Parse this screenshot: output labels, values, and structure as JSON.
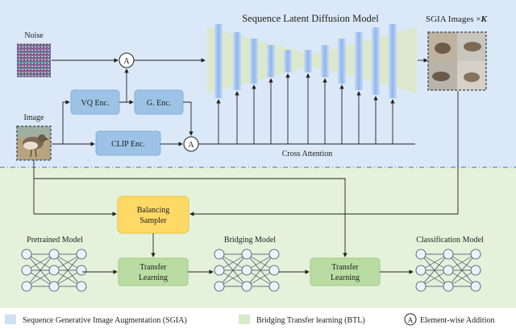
{
  "title": "Sequence Latent Diffusion Model",
  "sgia_images_label": "SGIA Images ×",
  "sgia_images_k": "K",
  "noise_label": "Noise",
  "image_label": "Image",
  "vq_enc": "VQ Enc.",
  "g_enc": "G. Enc.",
  "clip_enc": "CLIP Enc.",
  "add_symbol": "A",
  "cross_attention": "Cross Attention",
  "balancing_sampler": [
    "Balancing",
    "Sampler"
  ],
  "pretrained_model": "Pretrained Model",
  "bridging_model": "Bridging Model",
  "classification_model": "Classification Model",
  "transfer_learning": [
    "Transfer",
    "Learning"
  ],
  "legend": {
    "sgia": "Sequence Generative Image Augmentation (SGIA)",
    "btl": "Bridging Transfer learning (BTL)",
    "add": "Element-wise Addition"
  },
  "colors": {
    "top_bg": "#dbe8f7",
    "bottom_bg": "#e4f1db",
    "encoder_box": "#9cc3e6",
    "transfer_box": "#b9dca2",
    "sampler_box": "#ffd966",
    "unet_bar": "#a9c9ef"
  }
}
